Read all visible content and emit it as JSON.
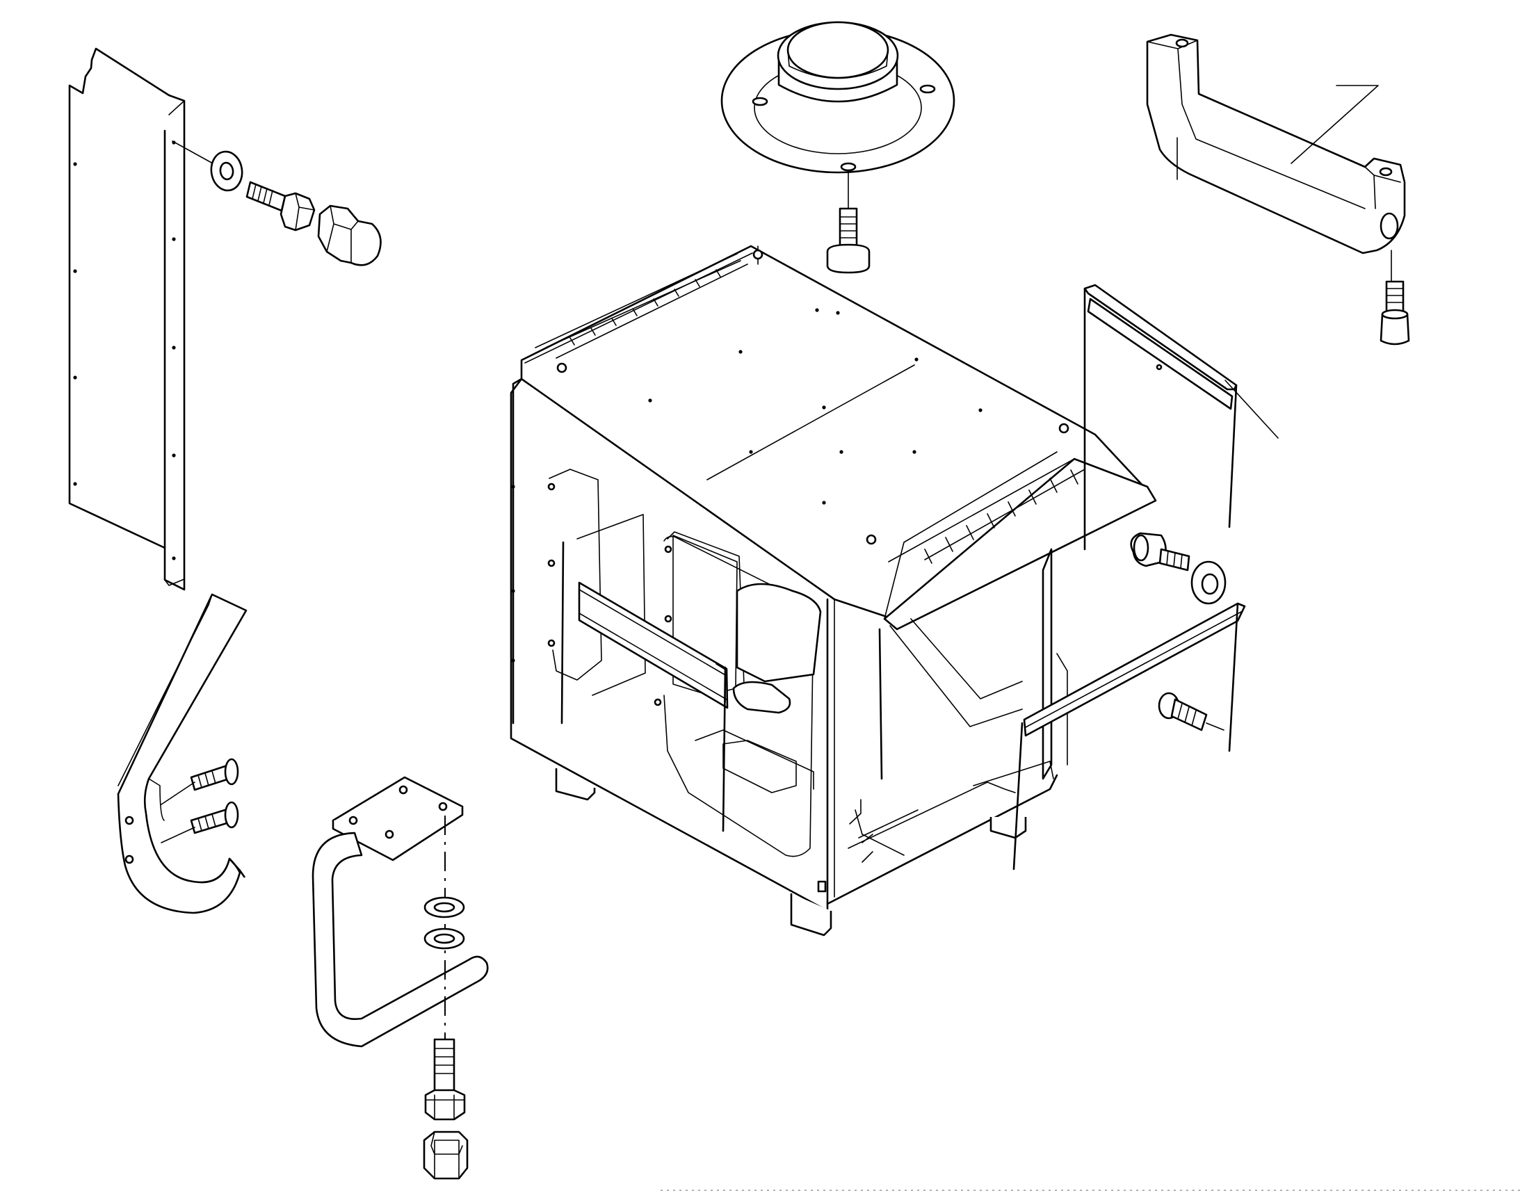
{
  "diagram": {
    "kind": "exploded parts diagram",
    "printed_text": [],
    "parts": [
      {
        "id": "side-panel",
        "icon": "panel-icon"
      },
      {
        "id": "flat-washer-upper",
        "icon": "washer-icon"
      },
      {
        "id": "hex-bolt-upper",
        "icon": "bolt-icon"
      },
      {
        "id": "cap-nut-upper",
        "icon": "nut-icon"
      },
      {
        "id": "dome-cap",
        "icon": "dome-icon"
      },
      {
        "id": "shoulder-bolt-dome",
        "icon": "bolt-icon"
      },
      {
        "id": "grab-handle-bar",
        "icon": "handle-icon"
      },
      {
        "id": "socket-cap-screw",
        "icon": "screw-icon"
      },
      {
        "id": "cab-frame",
        "icon": "cab-icon"
      },
      {
        "id": "window-frame-rear",
        "icon": "frame-icon"
      },
      {
        "id": "window-frame-front",
        "icon": "frame-icon"
      },
      {
        "id": "window-frame-side",
        "icon": "frame-icon"
      },
      {
        "id": "shoulder-bolt-right",
        "icon": "bolt-icon"
      },
      {
        "id": "washer-right",
        "icon": "washer-icon"
      },
      {
        "id": "bolt-right-lower",
        "icon": "bolt-icon"
      },
      {
        "id": "curved-hook",
        "icon": "hook-icon"
      },
      {
        "id": "carriage-bolt-1",
        "icon": "bolt-icon"
      },
      {
        "id": "carriage-bolt-2",
        "icon": "bolt-icon"
      },
      {
        "id": "step-bracket",
        "icon": "step-icon"
      },
      {
        "id": "washer-lower-1",
        "icon": "washer-icon"
      },
      {
        "id": "washer-lower-2",
        "icon": "washer-icon"
      },
      {
        "id": "hex-bolt-lower",
        "icon": "bolt-icon"
      },
      {
        "id": "hex-nut-lower",
        "icon": "nut-icon"
      }
    ]
  }
}
